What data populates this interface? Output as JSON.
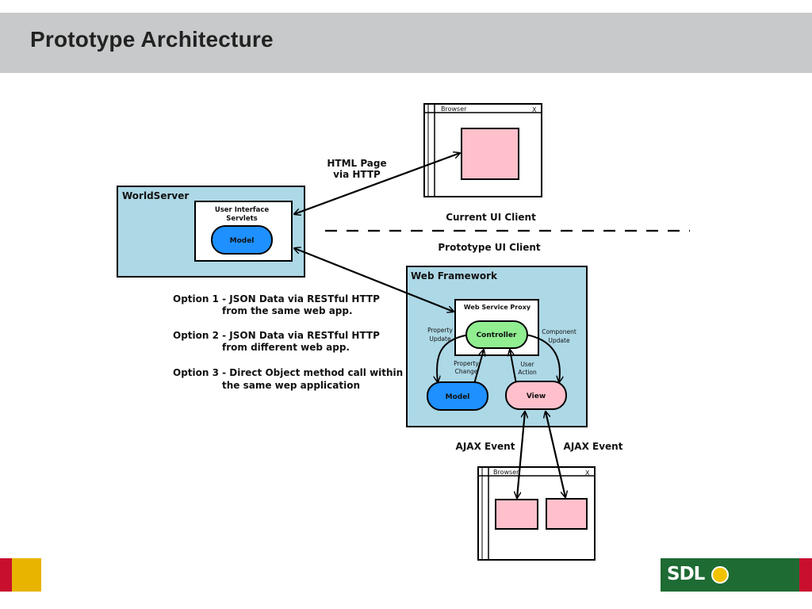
{
  "title": "Prototype Architecture",
  "browser_top": {
    "title": "Browser",
    "close": "X"
  },
  "browser_bottom": {
    "title": "Browser",
    "close": "X"
  },
  "labels": {
    "html_page_line1": "HTML Page",
    "html_page_line2": "via HTTP",
    "current_ui_client": "Current UI Client",
    "prototype_ui_client": "Prototype UI Client",
    "ajax_event_left": "AJAX Event",
    "ajax_event_right": "AJAX Event"
  },
  "worldserver": {
    "title": "WorldServer",
    "servlets_line1": "User Interface",
    "servlets_line2": "Servlets",
    "model": "Model"
  },
  "web_framework": {
    "title": "Web Framework",
    "proxy": "Web Service Proxy",
    "controller": "Controller",
    "model": "Model",
    "view": "View",
    "property_update_1": "Property",
    "property_update_2": "Update",
    "component_update_1": "Component",
    "component_update_2": "Update",
    "property_change_1": "Property",
    "property_change_2": "Change",
    "user_action_1": "User",
    "user_action_2": "Action"
  },
  "options": [
    {
      "line1": "Option 1 - JSON Data via RESTful HTTP",
      "line2": "from the same web app."
    },
    {
      "line1": "Option 2 - JSON Data via RESTful HTTP",
      "line2": "from different web app."
    },
    {
      "line1": "Option 3 - Direct Object method call within",
      "line2": "the same wep application"
    }
  ],
  "footer": {
    "logo": "SDL"
  },
  "colors": {
    "light_blue": "#add8e6",
    "model_blue": "#1e90ff",
    "controller_green": "#90ee90",
    "pink": "#ffc0cb",
    "title_bar": "#c8c9ca"
  }
}
